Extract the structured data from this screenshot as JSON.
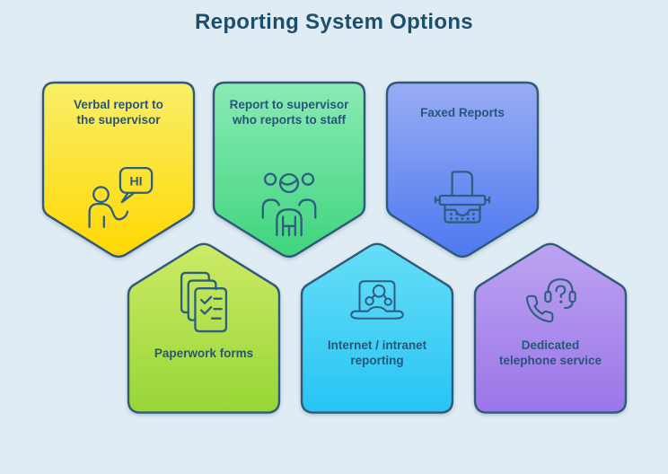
{
  "title": "Reporting System Options",
  "theme": {
    "bg": "#dfecf4",
    "title-color": "#1d4e6b",
    "text-color": "#27567b",
    "border": "#30597a",
    "icon": "#2d5f80"
  },
  "cards": [
    {
      "id": "verbal-report",
      "lines": [
        "Verbal report to",
        "the supervisor"
      ],
      "icon": "person-speech-bubble-icon",
      "icon_text": "HI",
      "gradient": {
        "top": "#f9ee69",
        "bottom": "#ffd802"
      }
    },
    {
      "id": "report-to-supervisor",
      "lines": [
        "Report to supervisor",
        "who reports to staff"
      ],
      "icon": "people-group-icon",
      "gradient": {
        "top": "#8beab5",
        "bottom": "#3ed57d"
      }
    },
    {
      "id": "faxed-reports",
      "lines": [
        "Faxed Reports"
      ],
      "icon": "fax-machine-icon",
      "gradient": {
        "top": "#98acf3",
        "bottom": "#4e79f1"
      }
    },
    {
      "id": "paperwork-forms",
      "lines": [
        "Paperwork forms"
      ],
      "icon": "paperwork-checklist-icon",
      "gradient": {
        "top": "#cdea66",
        "bottom": "#97d636"
      }
    },
    {
      "id": "internet-intranet-reporting",
      "lines": [
        "Internet / intranet",
        "reporting"
      ],
      "icon": "laptop-network-icon",
      "gradient": {
        "top": "#66def6",
        "bottom": "#28c4f5"
      }
    },
    {
      "id": "dedicated-telephone-service",
      "lines": [
        "Dedicated",
        "telephone service"
      ],
      "icon": "phone-headset-icon",
      "gradient": {
        "top": "#bca3f0",
        "bottom": "#9b75e9"
      }
    }
  ]
}
